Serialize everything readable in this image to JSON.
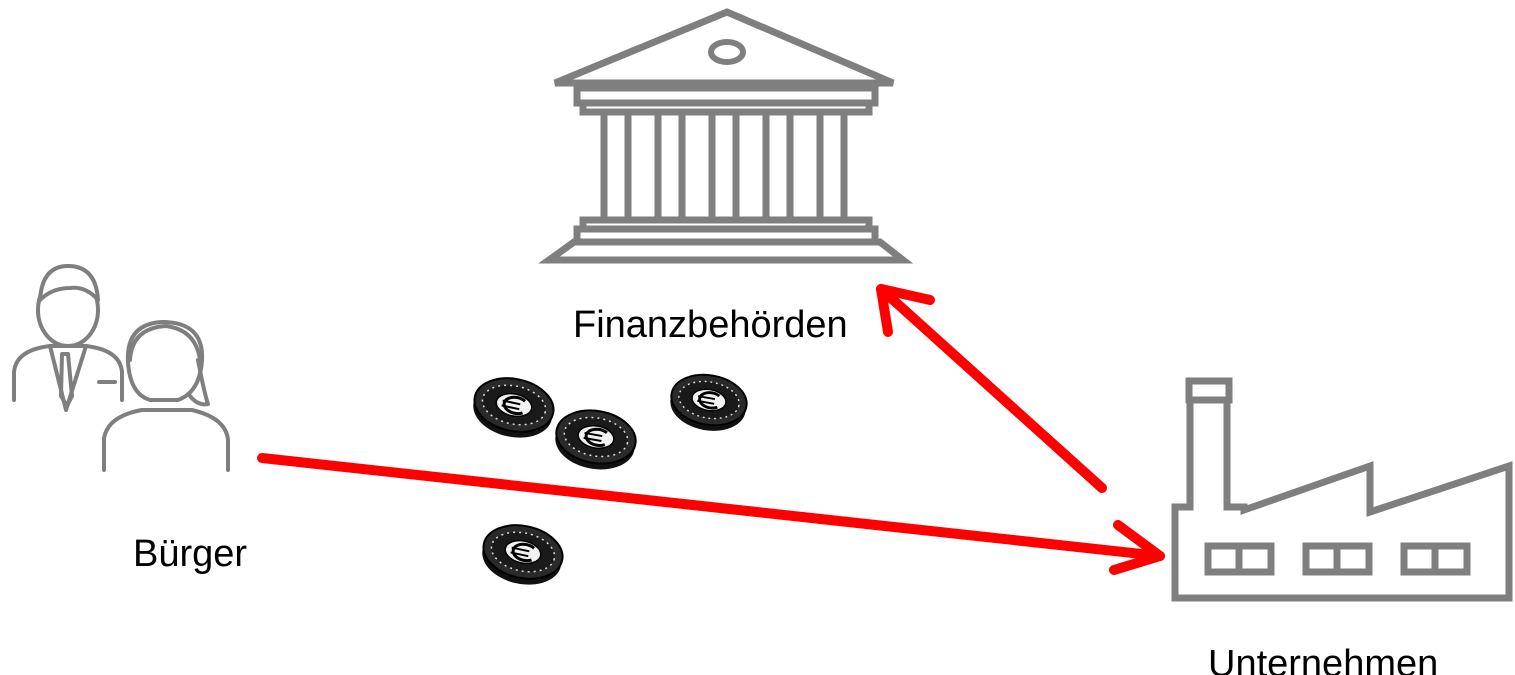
{
  "nodes": {
    "finanzbehoerden": {
      "label": "Finanzbehörden",
      "icon": "bank-building-icon"
    },
    "buerger": {
      "label": "Bürger",
      "icon": "people-icon"
    },
    "unternehmen": {
      "label": "Unternehmen",
      "icon": "factory-icon"
    }
  },
  "edges": [
    {
      "from": "buerger",
      "to": "unternehmen",
      "style": "arrow"
    },
    {
      "from": "unternehmen",
      "to": "finanzbehoerden",
      "style": "arrow"
    }
  ],
  "decorations": {
    "coins": {
      "icon": "euro-coin-icon",
      "count": 4
    }
  },
  "colors": {
    "icon": "#7f7f7f",
    "arrow": "#ff0000",
    "text": "#000000",
    "coin": "#111111"
  }
}
